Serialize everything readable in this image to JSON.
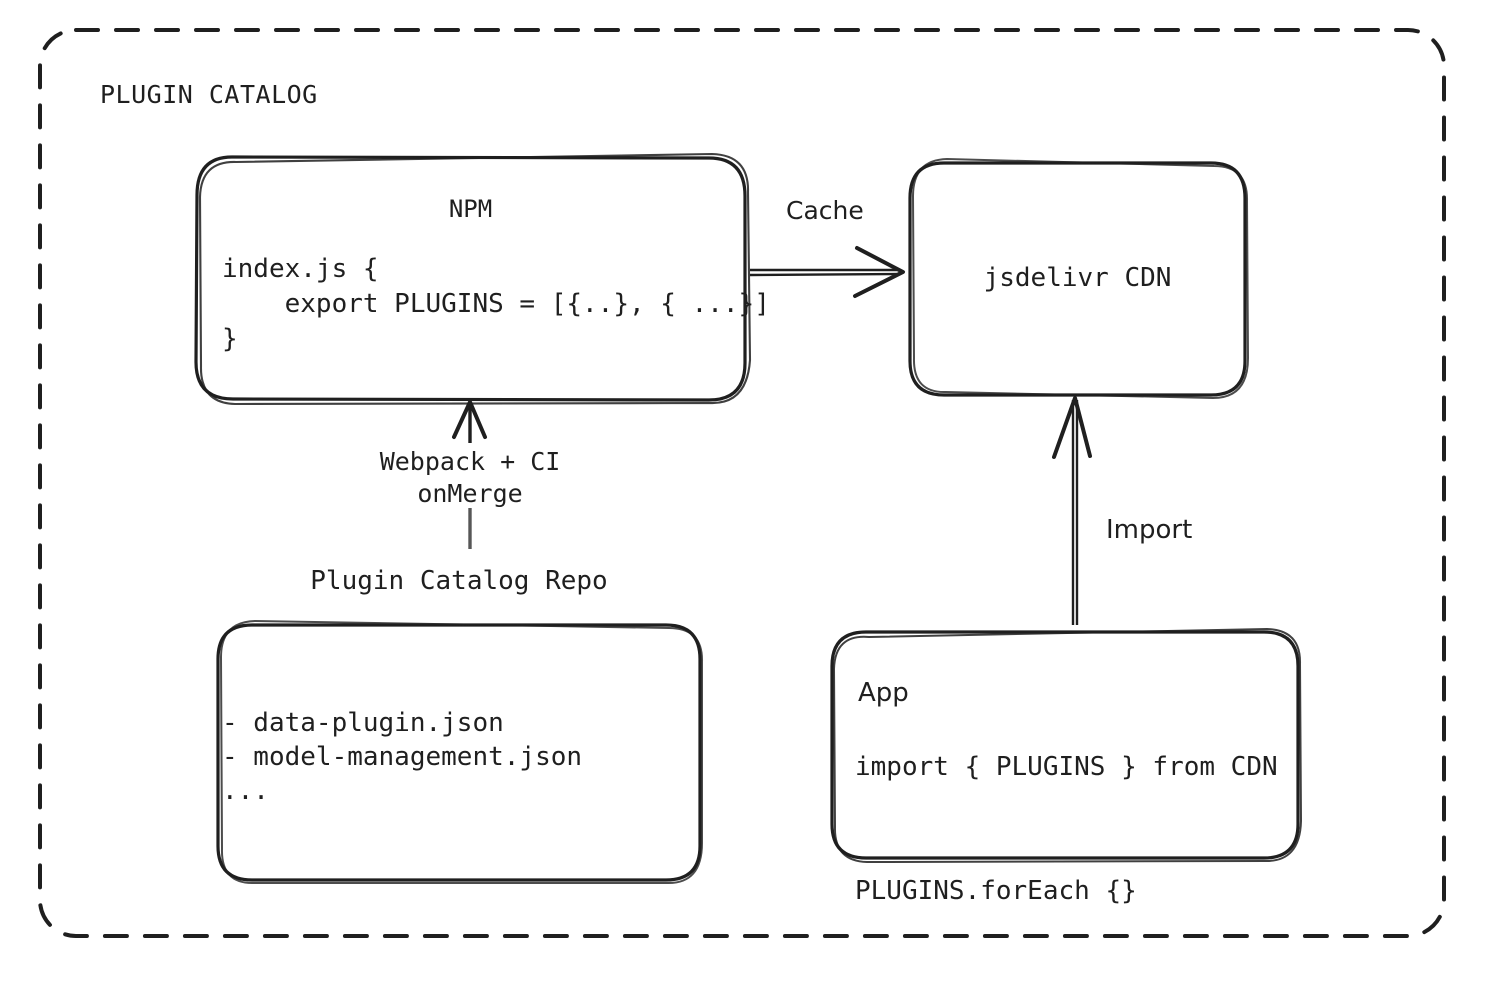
{
  "diagram": {
    "title": "PLUGIN CATALOG",
    "background": "#ffffff",
    "stroke": "#1f1f1f",
    "nodes": {
      "npm": {
        "title": "NPM",
        "code": "index.js {\n    export PLUGINS = [{..}, { ...}]\n}"
      },
      "cdn": {
        "title": "jsdelivr CDN"
      },
      "repo": {
        "label": "Plugin Catalog Repo",
        "lines": "- data-plugin.json\n- model-management.json\n..."
      },
      "app": {
        "title": "App",
        "code": "import { PLUGINS } from CDN\n\nPLUGINS.forEach {}"
      }
    },
    "edges": {
      "cache": "Cache",
      "build": "Webpack + CI\nonMerge",
      "import": "Import"
    }
  }
}
